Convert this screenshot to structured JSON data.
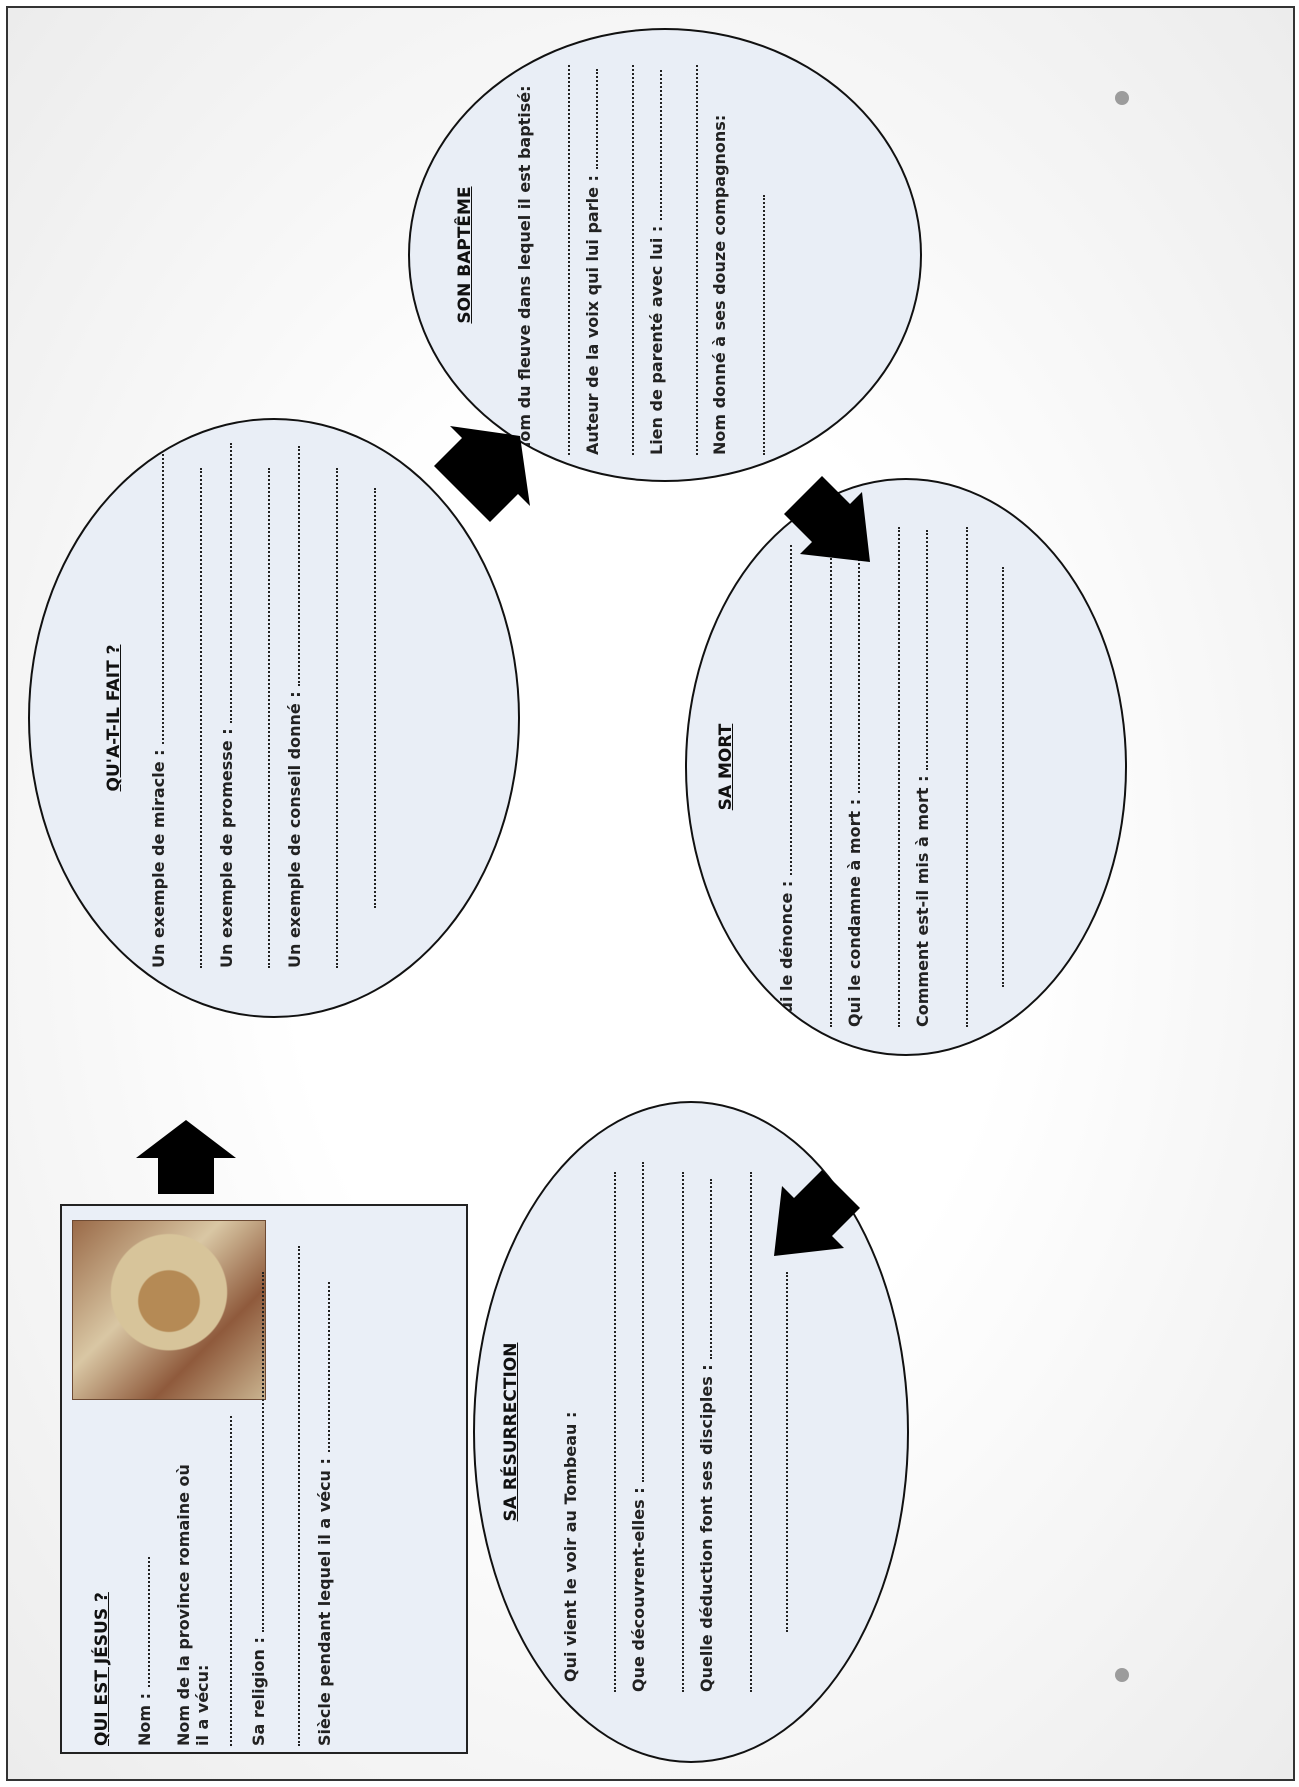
{
  "info_box": {
    "heading": "QUI EST JÉSUS ?",
    "name_label": "Nom :",
    "province_label_1": "Nom de la province romaine où",
    "province_label_2": "il a vécu:",
    "religion_label": "Sa religion :",
    "century_label": "Siècle pendant lequel il a vécu :"
  },
  "what_he_did": {
    "heading": "QU'A-T-IL FAIT ?",
    "miracle_label": "Un exemple de miracle :",
    "promise_label": "Un exemple de promesse :",
    "advice_label": "Un exemple de conseil donné :"
  },
  "baptism": {
    "heading": "SON BAPTÊME",
    "river_label": "Nom du fleuve dans lequel il est baptisé:",
    "voice_label": "Auteur de la voix qui lui parle :",
    "kinship_label": "Lien de parenté avec lui :",
    "companions_label": "Nom donné à ses douze compagnons:"
  },
  "death": {
    "heading": "SA MORT",
    "denounce_label": "Qui le dénonce :",
    "condemn_label": "Qui le condamne à mort :",
    "how_label": "Comment est-il mis à mort :"
  },
  "resurrection": {
    "heading": "SA RÉSURRECTION",
    "tomb_label": "Qui vient le voir au Tombeau :",
    "discover_label": "Que découvrent-elles :",
    "deduction_label": "Quelle déduction font ses disciples :"
  },
  "colors": {
    "shape_fill": "#e9eef6",
    "outline": "#111111"
  }
}
